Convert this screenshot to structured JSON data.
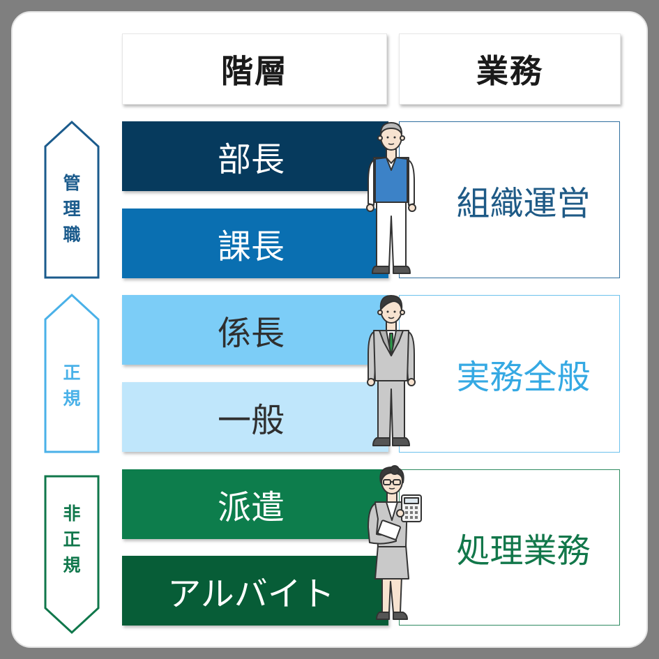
{
  "headers": {
    "level": "階層",
    "duty": "業務"
  },
  "groups": [
    {
      "category": "管\n理\n職",
      "color": "#1b5b8c",
      "ranks": [
        {
          "label": "部長",
          "bg": "#063a5d",
          "fg": "#ffffff"
        },
        {
          "label": "課長",
          "bg": "#0a6fb1",
          "fg": "#ffffff"
        }
      ],
      "duty": "組織運営",
      "duty_color": "#1e5a86",
      "border": "#2f6f9e"
    },
    {
      "category": "正\n規",
      "color": "#4ab1e8",
      "ranks": [
        {
          "label": "係長",
          "bg": "#7ccdf7",
          "fg": "#2f2f2f"
        },
        {
          "label": "一般",
          "bg": "#bfe6fb",
          "fg": "#2f2f2f"
        }
      ],
      "duty": "実務全般",
      "duty_color": "#35a9e3",
      "border": "#6bc1ec"
    },
    {
      "category": "非\n正\n規",
      "color": "#10774b",
      "ranks": [
        {
          "label": "派遣",
          "bg": "#0d7d4c",
          "fg": "#ffffff"
        },
        {
          "label": "アルバイト",
          "bg": "#075d37",
          "fg": "#ffffff"
        }
      ],
      "duty": "処理業務",
      "duty_color": "#12774a",
      "border": "#2d8a60"
    }
  ],
  "icons": [
    "manager-person-icon",
    "businessman-person-icon",
    "office-worker-calculator-icon"
  ]
}
